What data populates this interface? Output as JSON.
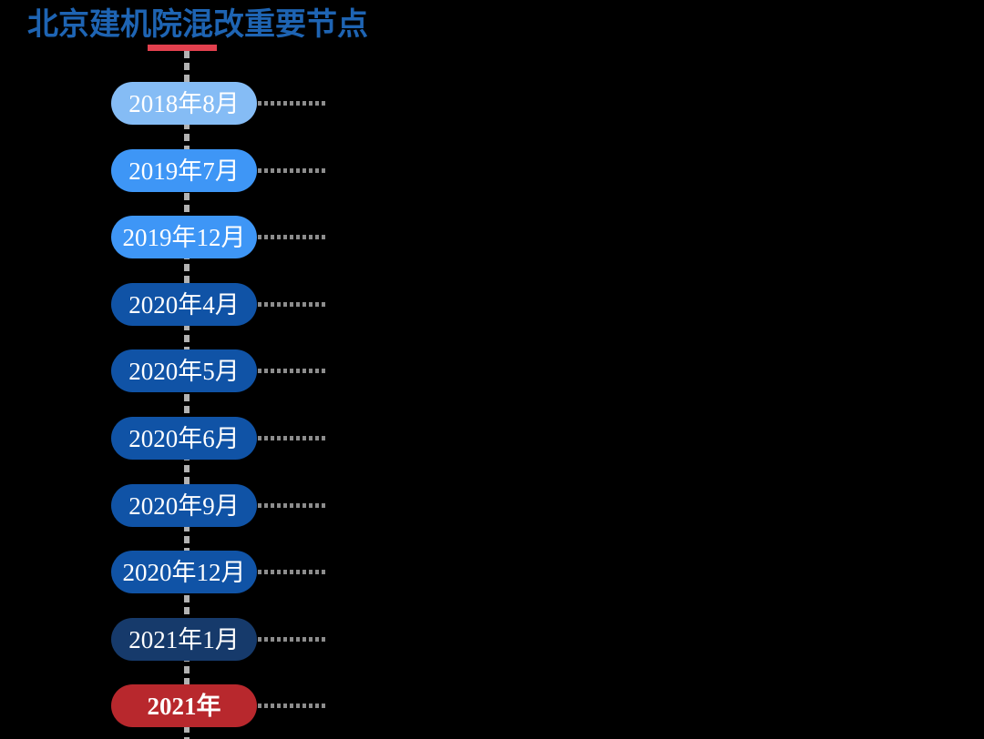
{
  "page": {
    "background_color": "#000000"
  },
  "header": {
    "title": "北京建机院混改重要节点",
    "title_color": "#1E64B3",
    "underline_color": "#E2404E"
  },
  "timeline": {
    "axis_color": "#B2B2B2",
    "connector_color": "#8D8D8D",
    "label_text_color": "#FFFFFF",
    "milestones": [
      {
        "label": "2018年8月",
        "color": "#85BCF5",
        "bold": false
      },
      {
        "label": "2019年7月",
        "color": "#3E96F6",
        "bold": false
      },
      {
        "label": "2019年12月",
        "color": "#3E96F6",
        "bold": false
      },
      {
        "label": "2020年4月",
        "color": "#1053A6",
        "bold": false
      },
      {
        "label": "2020年5月",
        "color": "#1053A6",
        "bold": false
      },
      {
        "label": "2020年6月",
        "color": "#1053A6",
        "bold": false
      },
      {
        "label": "2020年9月",
        "color": "#1053A6",
        "bold": false
      },
      {
        "label": "2020年12月",
        "color": "#1053A6",
        "bold": false
      },
      {
        "label": "2021年1月",
        "color": "#163A6B",
        "bold": false
      },
      {
        "label": "2021年",
        "color": "#B8282D",
        "bold": true
      }
    ]
  }
}
